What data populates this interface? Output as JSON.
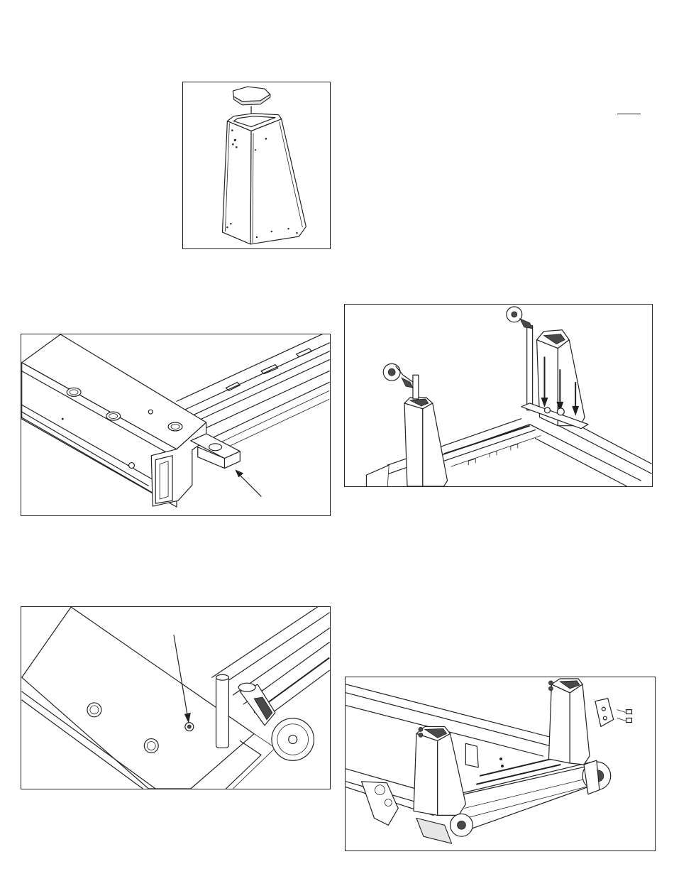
{
  "page": {
    "figures": [
      {
        "name": "figure-tower-cap",
        "description_hidden": true
      },
      {
        "name": "figure-rail-insert"
      },
      {
        "name": "figure-towers-bolt-down"
      },
      {
        "name": "figure-rail-hole-pulley"
      },
      {
        "name": "figure-frame-brackets"
      }
    ]
  }
}
